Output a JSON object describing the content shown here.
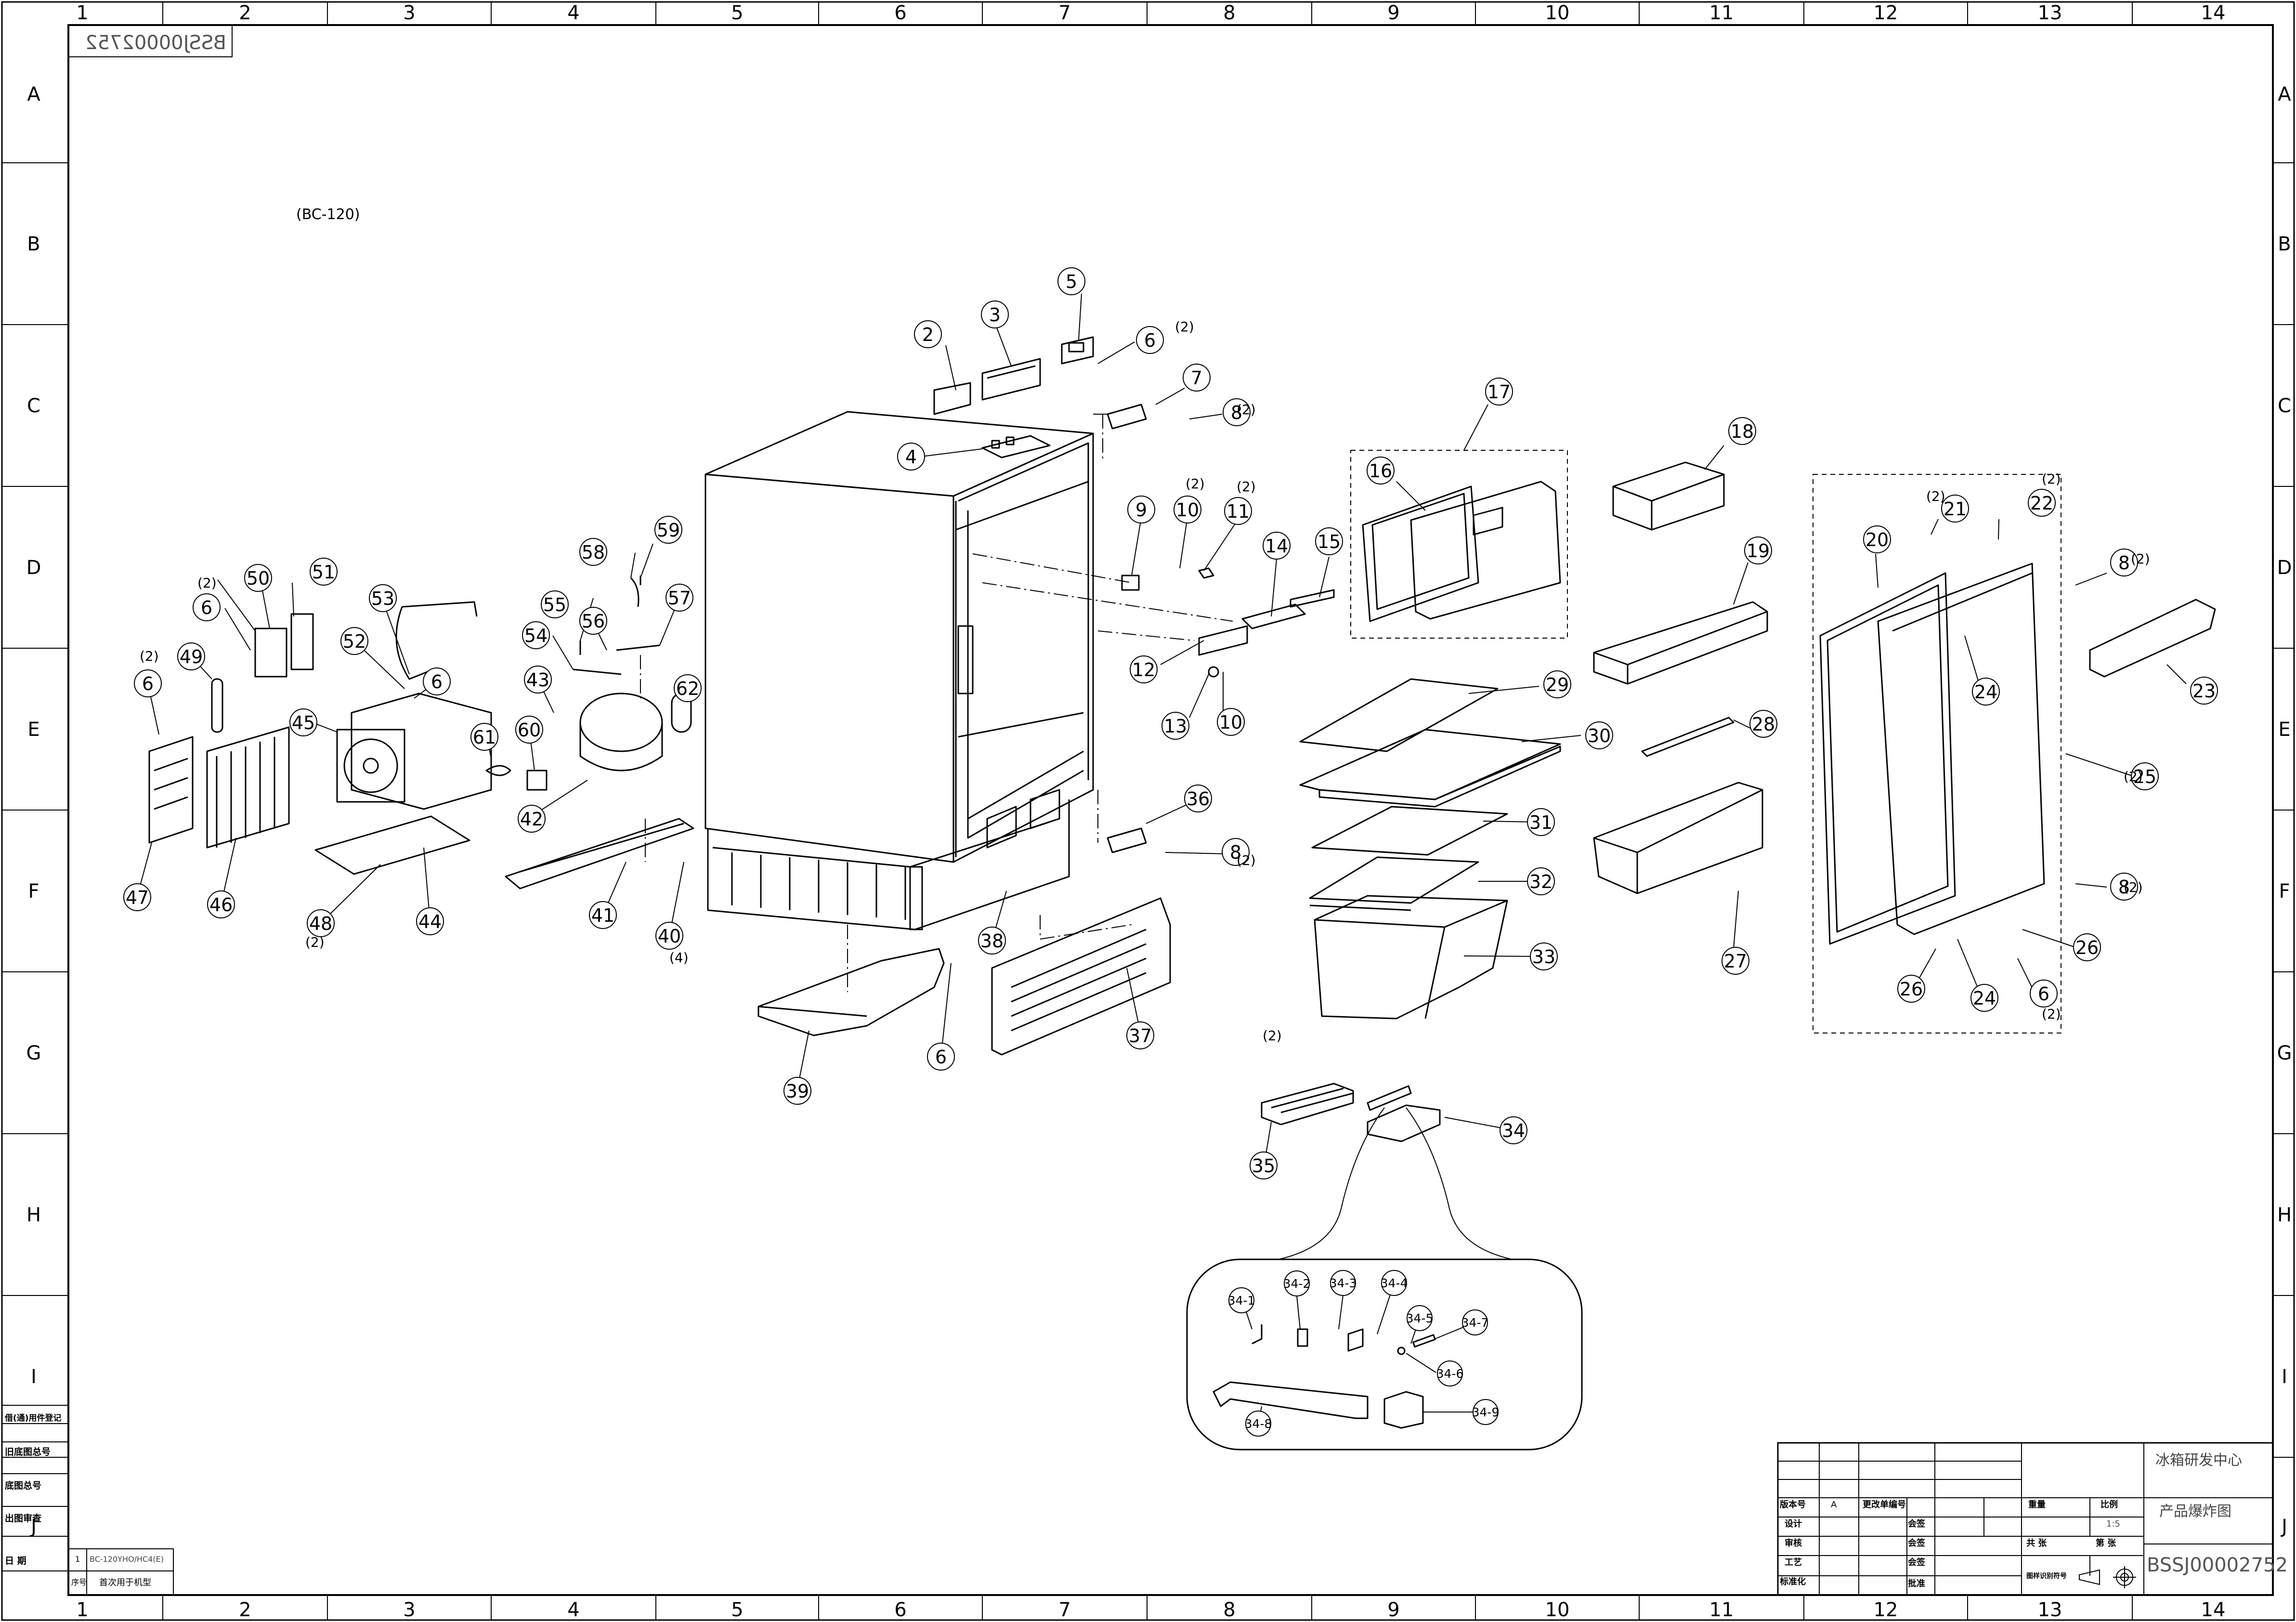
{
  "drawing": {
    "doc_code_mirrored": "BSSJ00002752",
    "model_label": "(BC-120)"
  },
  "frame": {
    "columns": [
      "1",
      "2",
      "3",
      "4",
      "5",
      "6",
      "7",
      "8",
      "9",
      "10",
      "11",
      "12",
      "13",
      "14"
    ],
    "rows": [
      "A",
      "B",
      "C",
      "D",
      "E",
      "F",
      "G",
      "H",
      "I",
      "J"
    ]
  },
  "callouts": [
    {
      "label": "2"
    },
    {
      "label": "3"
    },
    {
      "label": "4"
    },
    {
      "label": "5"
    },
    {
      "label": "6"
    },
    {
      "label": "7"
    },
    {
      "label": "8"
    },
    {
      "label": "9"
    },
    {
      "label": "10"
    },
    {
      "label": "11"
    },
    {
      "label": "12"
    },
    {
      "label": "13"
    },
    {
      "label": "10"
    },
    {
      "label": "14"
    },
    {
      "label": "15"
    },
    {
      "label": "16"
    },
    {
      "label": "17"
    },
    {
      "label": "18"
    },
    {
      "label": "19"
    },
    {
      "label": "20"
    },
    {
      "label": "21"
    },
    {
      "label": "22"
    },
    {
      "label": "8"
    },
    {
      "label": "23"
    },
    {
      "label": "24"
    },
    {
      "label": "25"
    },
    {
      "label": "26"
    },
    {
      "label": "26"
    },
    {
      "label": "24"
    },
    {
      "label": "6"
    },
    {
      "label": "8"
    },
    {
      "label": "27"
    },
    {
      "label": "28"
    },
    {
      "label": "29"
    },
    {
      "label": "30"
    },
    {
      "label": "31"
    },
    {
      "label": "32"
    },
    {
      "label": "33"
    },
    {
      "label": "34"
    },
    {
      "label": "35"
    },
    {
      "label": "36"
    },
    {
      "label": "8"
    },
    {
      "label": "37"
    },
    {
      "label": "38"
    },
    {
      "label": "39"
    },
    {
      "label": "6"
    },
    {
      "label": "40"
    },
    {
      "label": "41"
    },
    {
      "label": "42"
    },
    {
      "label": "43"
    },
    {
      "label": "44"
    },
    {
      "label": "6"
    },
    {
      "label": "45"
    },
    {
      "label": "46"
    },
    {
      "label": "47"
    },
    {
      "label": "48"
    },
    {
      "label": "6"
    },
    {
      "label": "49"
    },
    {
      "label": "6"
    },
    {
      "label": "50"
    },
    {
      "label": "51"
    },
    {
      "label": "52"
    },
    {
      "label": "53"
    },
    {
      "label": "54"
    },
    {
      "label": "55"
    },
    {
      "label": "56"
    },
    {
      "label": "57"
    },
    {
      "label": "58"
    },
    {
      "label": "59"
    },
    {
      "label": "60"
    },
    {
      "label": "61"
    },
    {
      "label": "62"
    }
  ],
  "sub_callouts": [
    {
      "label": "34-1"
    },
    {
      "label": "34-2"
    },
    {
      "label": "34-3"
    },
    {
      "label": "34-4"
    },
    {
      "label": "34-5"
    },
    {
      "label": "34-6"
    },
    {
      "label": "34-7"
    },
    {
      "label": "34-8"
    },
    {
      "label": "34-9"
    }
  ],
  "qty_notes": [
    {
      "text": "(2)"
    },
    {
      "text": "(2)"
    },
    {
      "text": "(2)"
    },
    {
      "text": "(2)"
    },
    {
      "text": "(2)"
    },
    {
      "text": "(2)"
    },
    {
      "text": "(2)"
    },
    {
      "text": "(2)"
    },
    {
      "text": "(2)"
    },
    {
      "text": "(2)"
    },
    {
      "text": "(2)"
    },
    {
      "text": "(2)"
    },
    {
      "text": "(2)"
    },
    {
      "text": "(2)"
    },
    {
      "text": "(4)"
    },
    {
      "text": "(2)"
    }
  ],
  "title_block": {
    "version_label": "版本号",
    "version_value": "A",
    "change_no_label": "更改单编号",
    "weight_label": "重量",
    "scale_label": "比例",
    "scale_value": "1:5",
    "design": "设计",
    "review": "审核",
    "process": "工艺",
    "standard": "标准化",
    "countersign1": "会签",
    "countersign2": "会签",
    "countersign3": "会签",
    "approve": "批准",
    "total_sheets": "共  张",
    "sheet_no": "第  张",
    "drawing_title": "产品爆炸图",
    "org": "冰箱研发中心",
    "doc_code": "BSSJ00002752",
    "projection_label": "图样识别符号"
  },
  "left_block": {
    "r1": "借(通)用件登记",
    "r2": "旧底图总号",
    "r3": "底图总号",
    "r4": "出图审查",
    "r5": "日  期",
    "serial_label": "序号",
    "serial_value": "1",
    "model": "BC-120YHO/HC4(E)",
    "first_use": "首次用于机型"
  }
}
